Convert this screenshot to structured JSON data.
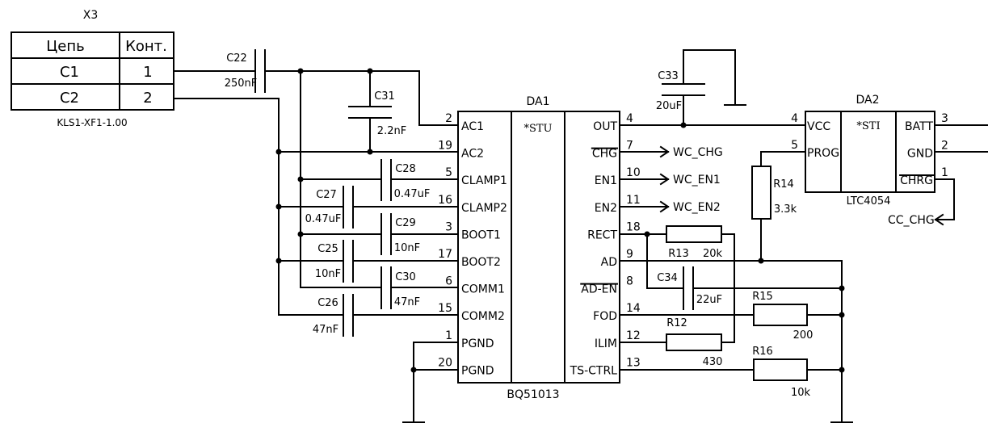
{
  "connector": {
    "ref": "X3",
    "header_net": "Цепь",
    "header_pin": "Конт.",
    "rows": [
      {
        "net": "C1",
        "pin": "1"
      },
      {
        "net": "C2",
        "pin": "2"
      }
    ],
    "part": "KLS1-XF1-1.00"
  },
  "da1": {
    "ref": "DA1",
    "center": "*STU",
    "part": "BQ51013",
    "left_pins": [
      {
        "num": "2",
        "name": "AC1"
      },
      {
        "num": "19",
        "name": "AC2"
      },
      {
        "num": "5",
        "name": "CLAMP1"
      },
      {
        "num": "16",
        "name": "CLAMP2"
      },
      {
        "num": "3",
        "name": "BOOT1"
      },
      {
        "num": "17",
        "name": "BOOT2"
      },
      {
        "num": "6",
        "name": "COMM1"
      },
      {
        "num": "15",
        "name": "COMM2"
      },
      {
        "num": "1",
        "name": "PGND"
      },
      {
        "num": "20",
        "name": "PGND"
      }
    ],
    "right_pins": [
      {
        "num": "4",
        "name": "OUT"
      },
      {
        "num": "7",
        "name": "CHG"
      },
      {
        "num": "10",
        "name": "EN1"
      },
      {
        "num": "11",
        "name": "EN2"
      },
      {
        "num": "18",
        "name": "RECT"
      },
      {
        "num": "9",
        "name": "AD"
      },
      {
        "num": "8",
        "name": "AD-EN"
      },
      {
        "num": "14",
        "name": "FOD"
      },
      {
        "num": "12",
        "name": "ILIM"
      },
      {
        "num": "13",
        "name": "TS-CTRL"
      }
    ]
  },
  "da2": {
    "ref": "DA2",
    "center": "*STI",
    "part": "LTC4054",
    "left_pins": [
      {
        "num": "4",
        "name": "VCC"
      },
      {
        "num": "5",
        "name": "PROG"
      }
    ],
    "right_pins": [
      {
        "num": "3",
        "name": "BATT"
      },
      {
        "num": "2",
        "name": "GND"
      },
      {
        "num": "1",
        "name": "CHRG"
      }
    ]
  },
  "nets": {
    "wc_chg": "WC_CHG",
    "wc_en1": "WC_EN1",
    "wc_en2": "WC_EN2",
    "cc_chg": "CC_CHG"
  },
  "caps": {
    "c22": {
      "ref": "C22",
      "val": "250nF"
    },
    "c31": {
      "ref": "C31",
      "val": "2.2nF"
    },
    "c28": {
      "ref": "C28",
      "val": "0.47uF"
    },
    "c27": {
      "ref": "C27",
      "val": "0.47uF"
    },
    "c29": {
      "ref": "C29",
      "val": "10nF"
    },
    "c25": {
      "ref": "C25",
      "val": "10nF"
    },
    "c30": {
      "ref": "C30",
      "val": "47nF"
    },
    "c26": {
      "ref": "C26",
      "val": "47nF"
    },
    "c33": {
      "ref": "C33",
      "val": "20uF"
    },
    "c34": {
      "ref": "C34",
      "val": "22uF"
    }
  },
  "resistors": {
    "r13": {
      "ref": "R13",
      "val": "20k"
    },
    "r12": {
      "ref": "R12",
      "val": "430"
    },
    "r14": {
      "ref": "R14",
      "val": "3.3k"
    },
    "r15": {
      "ref": "R15",
      "val": "200"
    },
    "r16": {
      "ref": "R16",
      "val": "10k"
    }
  }
}
